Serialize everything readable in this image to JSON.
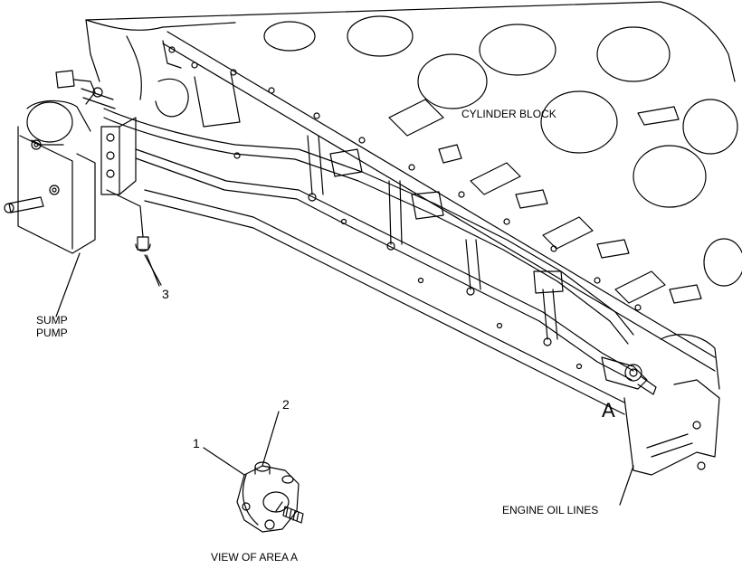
{
  "labels": {
    "cylinder_block": "CYLINDER BLOCK",
    "sump_pump_line1": "SUMP",
    "sump_pump_line2": "PUMP",
    "engine_oil_lines": "ENGINE OIL LINES",
    "view_of_area": "VIEW OF AREA  A",
    "area_marker": "A"
  },
  "callouts": {
    "item1": "1",
    "item2": "2",
    "item3": "3"
  },
  "colors": {
    "ink": "#000000",
    "paper": "#ffffff"
  }
}
